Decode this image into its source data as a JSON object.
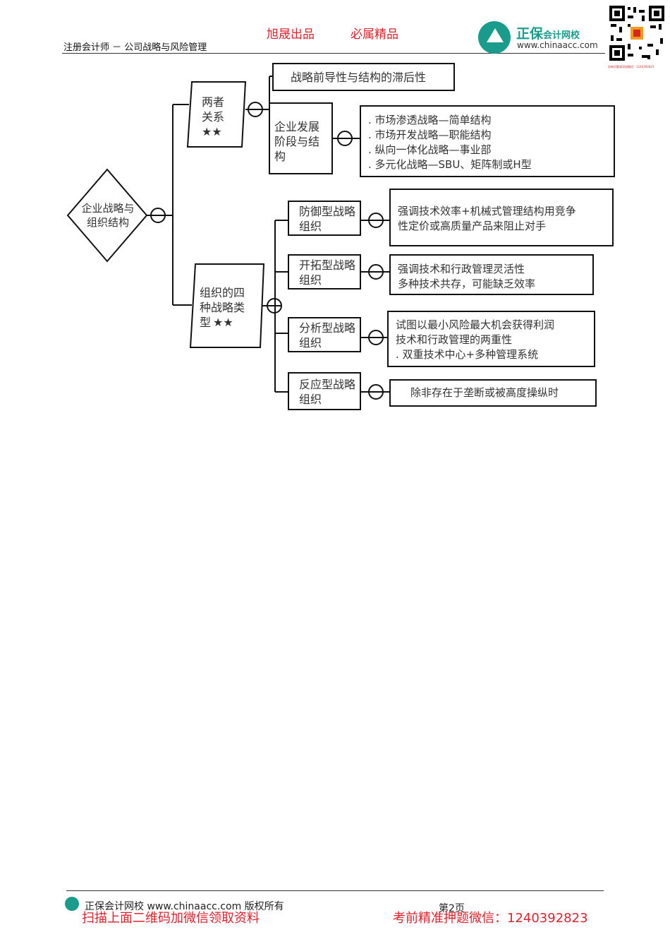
{
  "header": {
    "subject": "注册会计师 － 公司战略与风险管理",
    "slogan_left": "旭晟出品",
    "slogan_right": "必属精品",
    "logo_name": "正保",
    "logo_name_small": "会计网校",
    "logo_url": "www.chinaacc.com",
    "qr_note": "如有问题请添加微信：1240392823"
  },
  "mindmap": {
    "root": "企业战略与组织结构",
    "branch1": {
      "label": "两者关系",
      "stars": "★★",
      "item1": "战略前导性与结构的滞后性",
      "item2": "企业发展阶段与结构",
      "item2_details": [
        ". 市场渗透战略—简单结构",
        ". 市场开发战略—职能结构",
        ". 纵向一体化战略—事业部",
        ". 多元化战略—SBU、矩阵制或H型"
      ]
    },
    "branch2": {
      "label": "组织的四种战略类型",
      "stars": "★★",
      "types": [
        {
          "name": "防御型战略组织",
          "lines": [
            "强调技术效率+机械式管理结构用竞争",
            "性定价或高质量产品来阻止对手"
          ]
        },
        {
          "name": "开拓型战略组织",
          "lines": [
            "强调技术和行政管理灵活性",
            "多种技术共存，可能缺乏效率"
          ]
        },
        {
          "name": "分析型战略组织",
          "lines": [
            "试图以最小风险最大机会获得利润",
            "技术和行政管理的两重性",
            ". 双重技术中心+多种管理系统"
          ]
        },
        {
          "name": "反应型战略组织",
          "lines": [
            "除非存在于垄断或被高度操纵时"
          ]
        }
      ]
    }
  },
  "footer": {
    "copyright": "正保会计网校 www.chinaacc.com 版权所有",
    "page": "第2页",
    "left_red": "扫描上面二维码加微信领取资料",
    "right_red": "考前精准押题微信：1240392823"
  },
  "colors": {
    "brand": "#1a9c8c",
    "accent_red": "#e0202a",
    "line": "#111111"
  }
}
